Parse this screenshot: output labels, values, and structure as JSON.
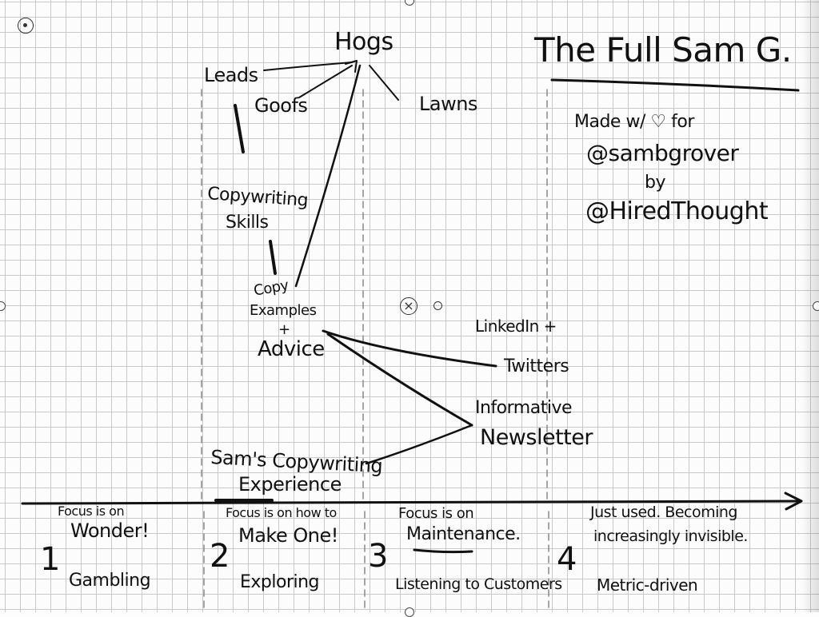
{
  "title": "The Full Sam G.",
  "credit": {
    "line1": "Made w/",
    "heart": "heart-icon",
    "line1b": "for",
    "handle1": "@sambgrover",
    "by": "by",
    "handle2": "@HiredThought"
  },
  "nodes": {
    "hogs": "Hogs",
    "leads": "Leads",
    "goofs": "Goofs",
    "lawns": "Lawns",
    "copywriting_skills_1": "Copywriting",
    "copywriting_skills_2": "Skills",
    "copy_examples_1": "Copy",
    "copy_examples_2": "Examples",
    "copy_examples_3": "+",
    "copy_examples_4": "Advice",
    "linkedin_1": "LinkedIn +",
    "linkedin_2": "Twitters",
    "newsletter_1": "Informative",
    "newsletter_2": "Newsletter",
    "experience_1": "Sam's Copywriting",
    "experience_2": "Experience"
  },
  "stages": [
    {
      "number": "1",
      "focus_1": "Focus is on",
      "focus_2": "Wonder!",
      "label": "Gambling"
    },
    {
      "number": "2",
      "focus_1": "Focus is on how to",
      "focus_2": "Make One!",
      "label": "Exploring"
    },
    {
      "number": "3",
      "focus_1": "Focus is on",
      "focus_2": "Maintenance.",
      "label": "Listening to Customers"
    },
    {
      "number": "4",
      "focus_1": "Just used. Becoming",
      "focus_2": "increasingly invisible.",
      "label": "Metric-driven"
    }
  ]
}
